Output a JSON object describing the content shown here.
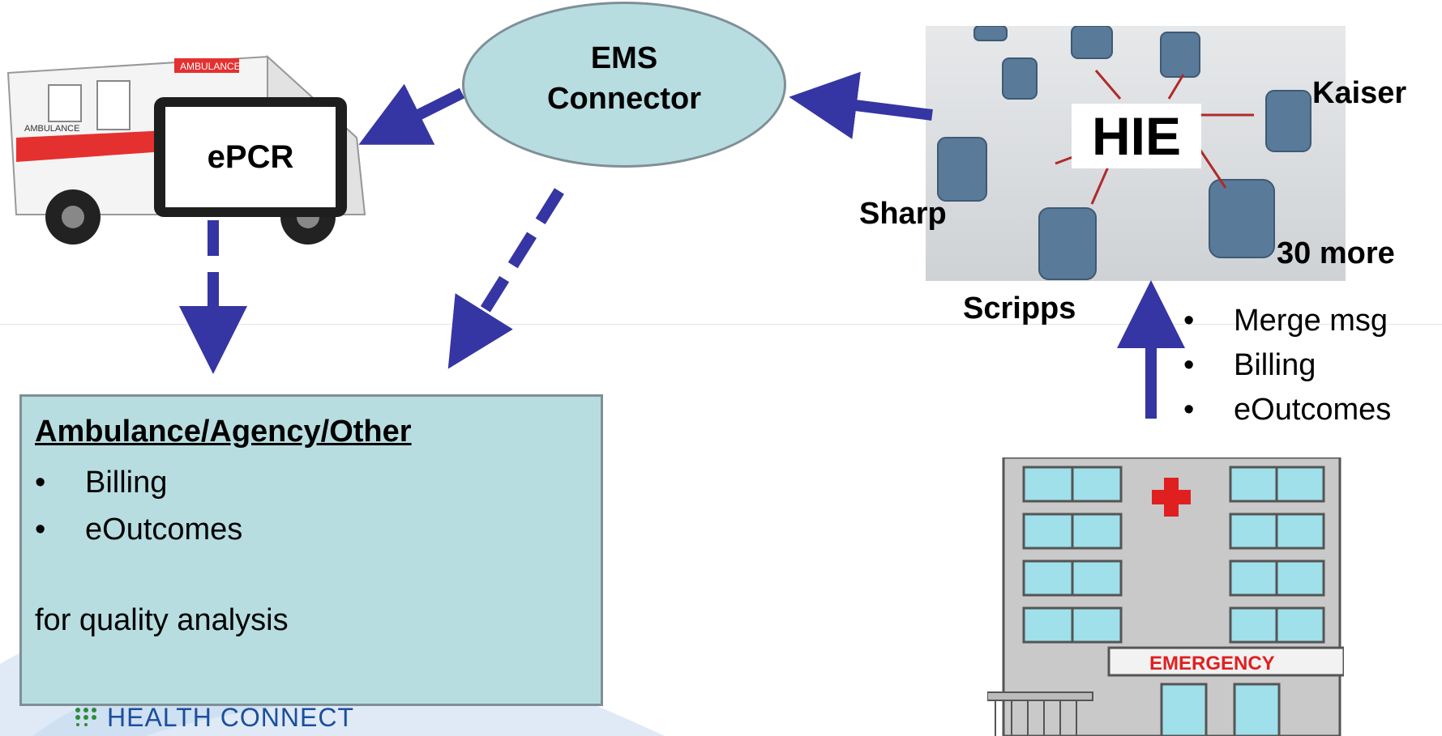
{
  "epcr": {
    "label": "ePCR"
  },
  "ambulance": {
    "side_text": "AMBULANCE",
    "top_sign": "AMBULANCE"
  },
  "ems_connector": {
    "line1": "EMS",
    "line2": "Connector"
  },
  "hie": {
    "label": "HIE",
    "nodes": {
      "kaiser": "Kaiser",
      "sharp": "Sharp",
      "scripps": "Scripps",
      "more": "30 more"
    }
  },
  "hospital_flow": {
    "bullets": [
      "Merge msg",
      "Billing",
      "eOutcomes"
    ]
  },
  "agency_box": {
    "title": "Ambulance/Agency/Other",
    "bullets": [
      "Billing",
      "eOutcomes"
    ],
    "note": "for quality analysis"
  },
  "hospital": {
    "sign": "EMERGENCY"
  },
  "logo": {
    "text": "HEALTH CONNECT"
  },
  "colors": {
    "arrow": "#3535a3",
    "box_fill": "#b7dde1",
    "box_border": "#7f8f97",
    "cross": "#e02020"
  }
}
